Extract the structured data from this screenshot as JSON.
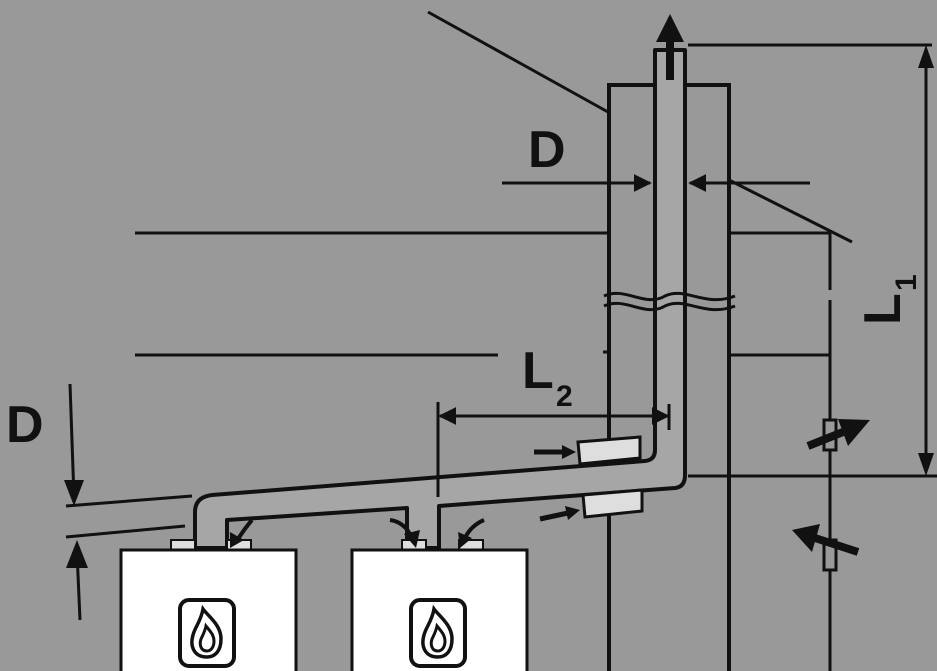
{
  "labels": {
    "d_top": "D",
    "d_left": "D",
    "l1_main": "L",
    "l1_sub": "1",
    "l2_main": "L",
    "l2_sub": "2"
  },
  "icons": {
    "boiler_left": "flame-icon",
    "boiler_right": "flame-icon"
  },
  "colors": {
    "background": "#999999",
    "pipe": "#a6a6a6",
    "line": "#111111",
    "boiler": "#ffffff",
    "sleeve": "#dedede"
  }
}
